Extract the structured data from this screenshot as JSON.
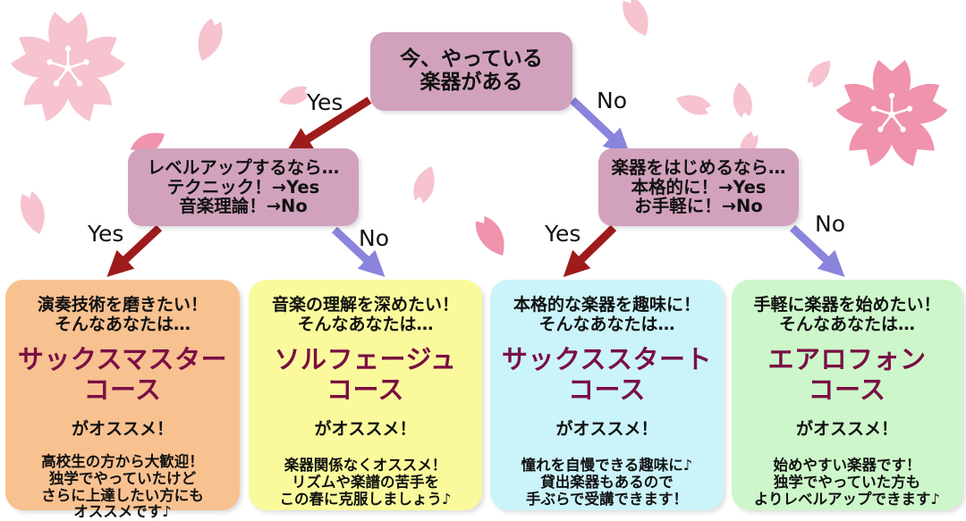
{
  "root_question": {
    "lines": [
      "今、やっている",
      "楽器がある"
    ]
  },
  "branch_labels": {
    "yes": "Yes",
    "no": "No"
  },
  "left_question": {
    "lines": [
      "レベルアップするなら…",
      "テクニック！→Yes",
      "音楽理論！→No"
    ]
  },
  "right_question": {
    "lines": [
      "楽器をはじめるなら…",
      "本格的に！→Yes",
      "お手軽に！→No"
    ]
  },
  "cards": [
    {
      "lead": [
        "演奏技術を磨きたい！",
        "そんなあなたは…"
      ],
      "course": [
        "サックスマスター",
        "コース"
      ],
      "recommend": "がオススメ！",
      "description": [
        "高校生の方から大歓迎！",
        "独学でやっていたけど",
        "さらに上達したい方にも",
        "オススメです♪"
      ]
    },
    {
      "lead": [
        "音楽の理解を深めたい！",
        "そんなあなたは…"
      ],
      "course": [
        "ソルフェージュ",
        "コース"
      ],
      "recommend": "がオススメ！",
      "description": [
        "楽器関係なくオススメ！",
        "リズムや楽譜の苦手を",
        "この春に克服しましょう♪"
      ]
    },
    {
      "lead": [
        "本格的な楽器を趣味に！",
        "そんなあなたは…"
      ],
      "course": [
        "サックススタート",
        "コース"
      ],
      "recommend": "がオススメ！",
      "description": [
        "憧れを自慢できる趣味に♪",
        "貸出楽器もあるので",
        "手ぶらで受講できます！"
      ]
    },
    {
      "lead": [
        "手軽に楽器を始めたい！",
        "そんなあなたは…"
      ],
      "course": [
        "エアロフォン",
        "コース"
      ],
      "recommend": "がオススメ！",
      "description": [
        "始めやすい楽器です！",
        "独学でやっていた方も",
        "よりレベルアップできます♪"
      ]
    }
  ],
  "colors": {
    "question_box": "#d2a2bd",
    "course_title": "#7a0f44",
    "yes_arrow": "#9e1b1b",
    "no_arrow": "#8a84dc",
    "card_orange": "#f8c190",
    "card_yellow": "#fafa9c",
    "card_cyan": "#cbf4fa",
    "card_green": "#cdf7ca",
    "blossom_pink": "#f093ad",
    "blossom_light": "#f6c3cf"
  }
}
